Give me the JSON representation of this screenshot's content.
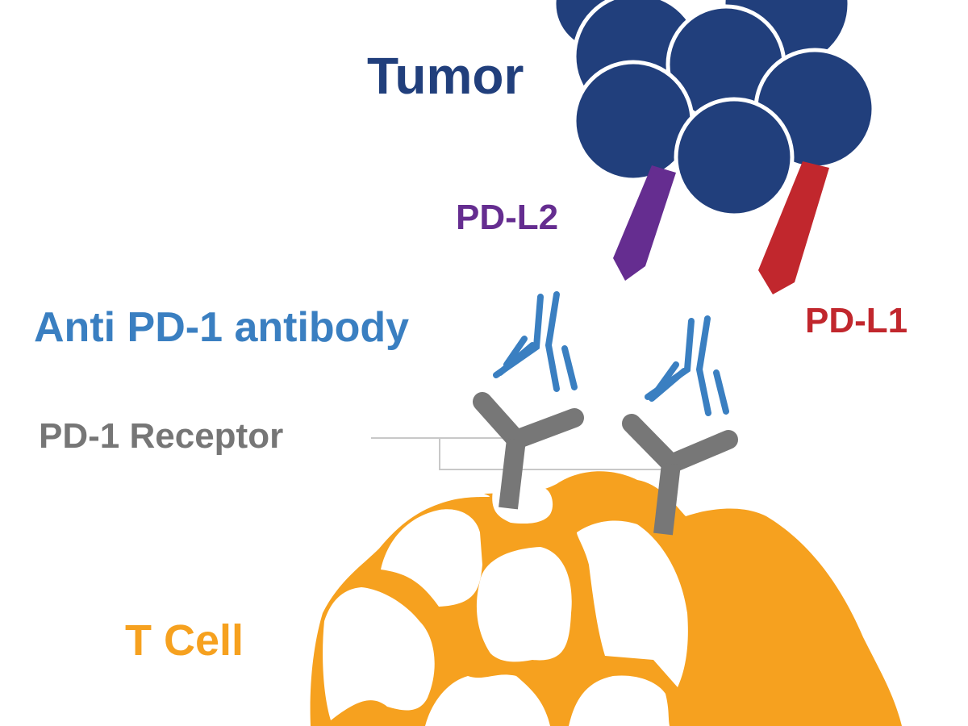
{
  "labels": {
    "tumor": "Tumor",
    "pd_l2": "PD-L2",
    "pd_l1": "PD-L1",
    "antibody": "Anti PD-1 antibody",
    "receptor": "PD-1 Receptor",
    "t_cell": "T Cell"
  },
  "colors": {
    "tumor": "#213f7c",
    "pd_l2": "#652d90",
    "pd_l1": "#c1272d",
    "antibody": "#3a7fc1",
    "receptor": "#767676",
    "t_cell": "#f6a11f"
  }
}
